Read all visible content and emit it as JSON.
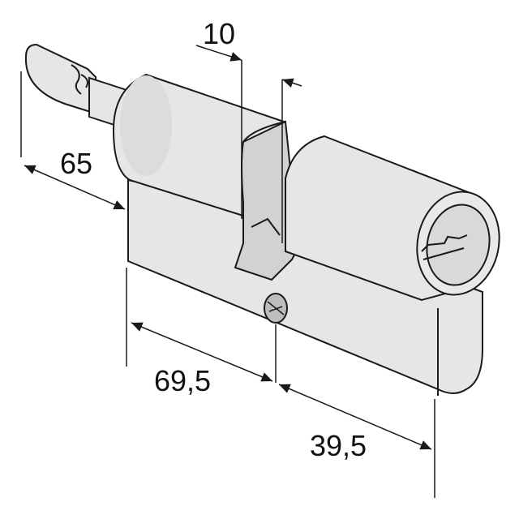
{
  "dimensions": {
    "top_gap": "10",
    "overall_left": "65",
    "left_body": "69,5",
    "right_body": "39,5"
  },
  "colors": {
    "stroke": "#1a1a1a",
    "body_fill": "#e6e6e6",
    "shade_fill": "#d2d2d2",
    "background": "#ffffff"
  }
}
